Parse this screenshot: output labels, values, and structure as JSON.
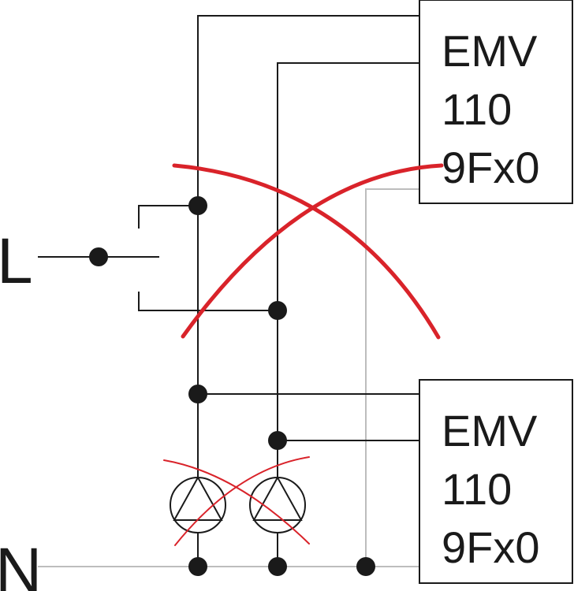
{
  "terminals": {
    "live": "L",
    "neutral": "N"
  },
  "modules": [
    {
      "line1": "EMV",
      "line2": "110",
      "line3": "9Fx0"
    },
    {
      "line1": "EMV",
      "line2": "110",
      "line3": "9Fx0"
    }
  ],
  "colors": {
    "wire": "#1a1a1a",
    "neutral_wire": "#bdbdbd",
    "cross_mark": "#d9232a"
  }
}
